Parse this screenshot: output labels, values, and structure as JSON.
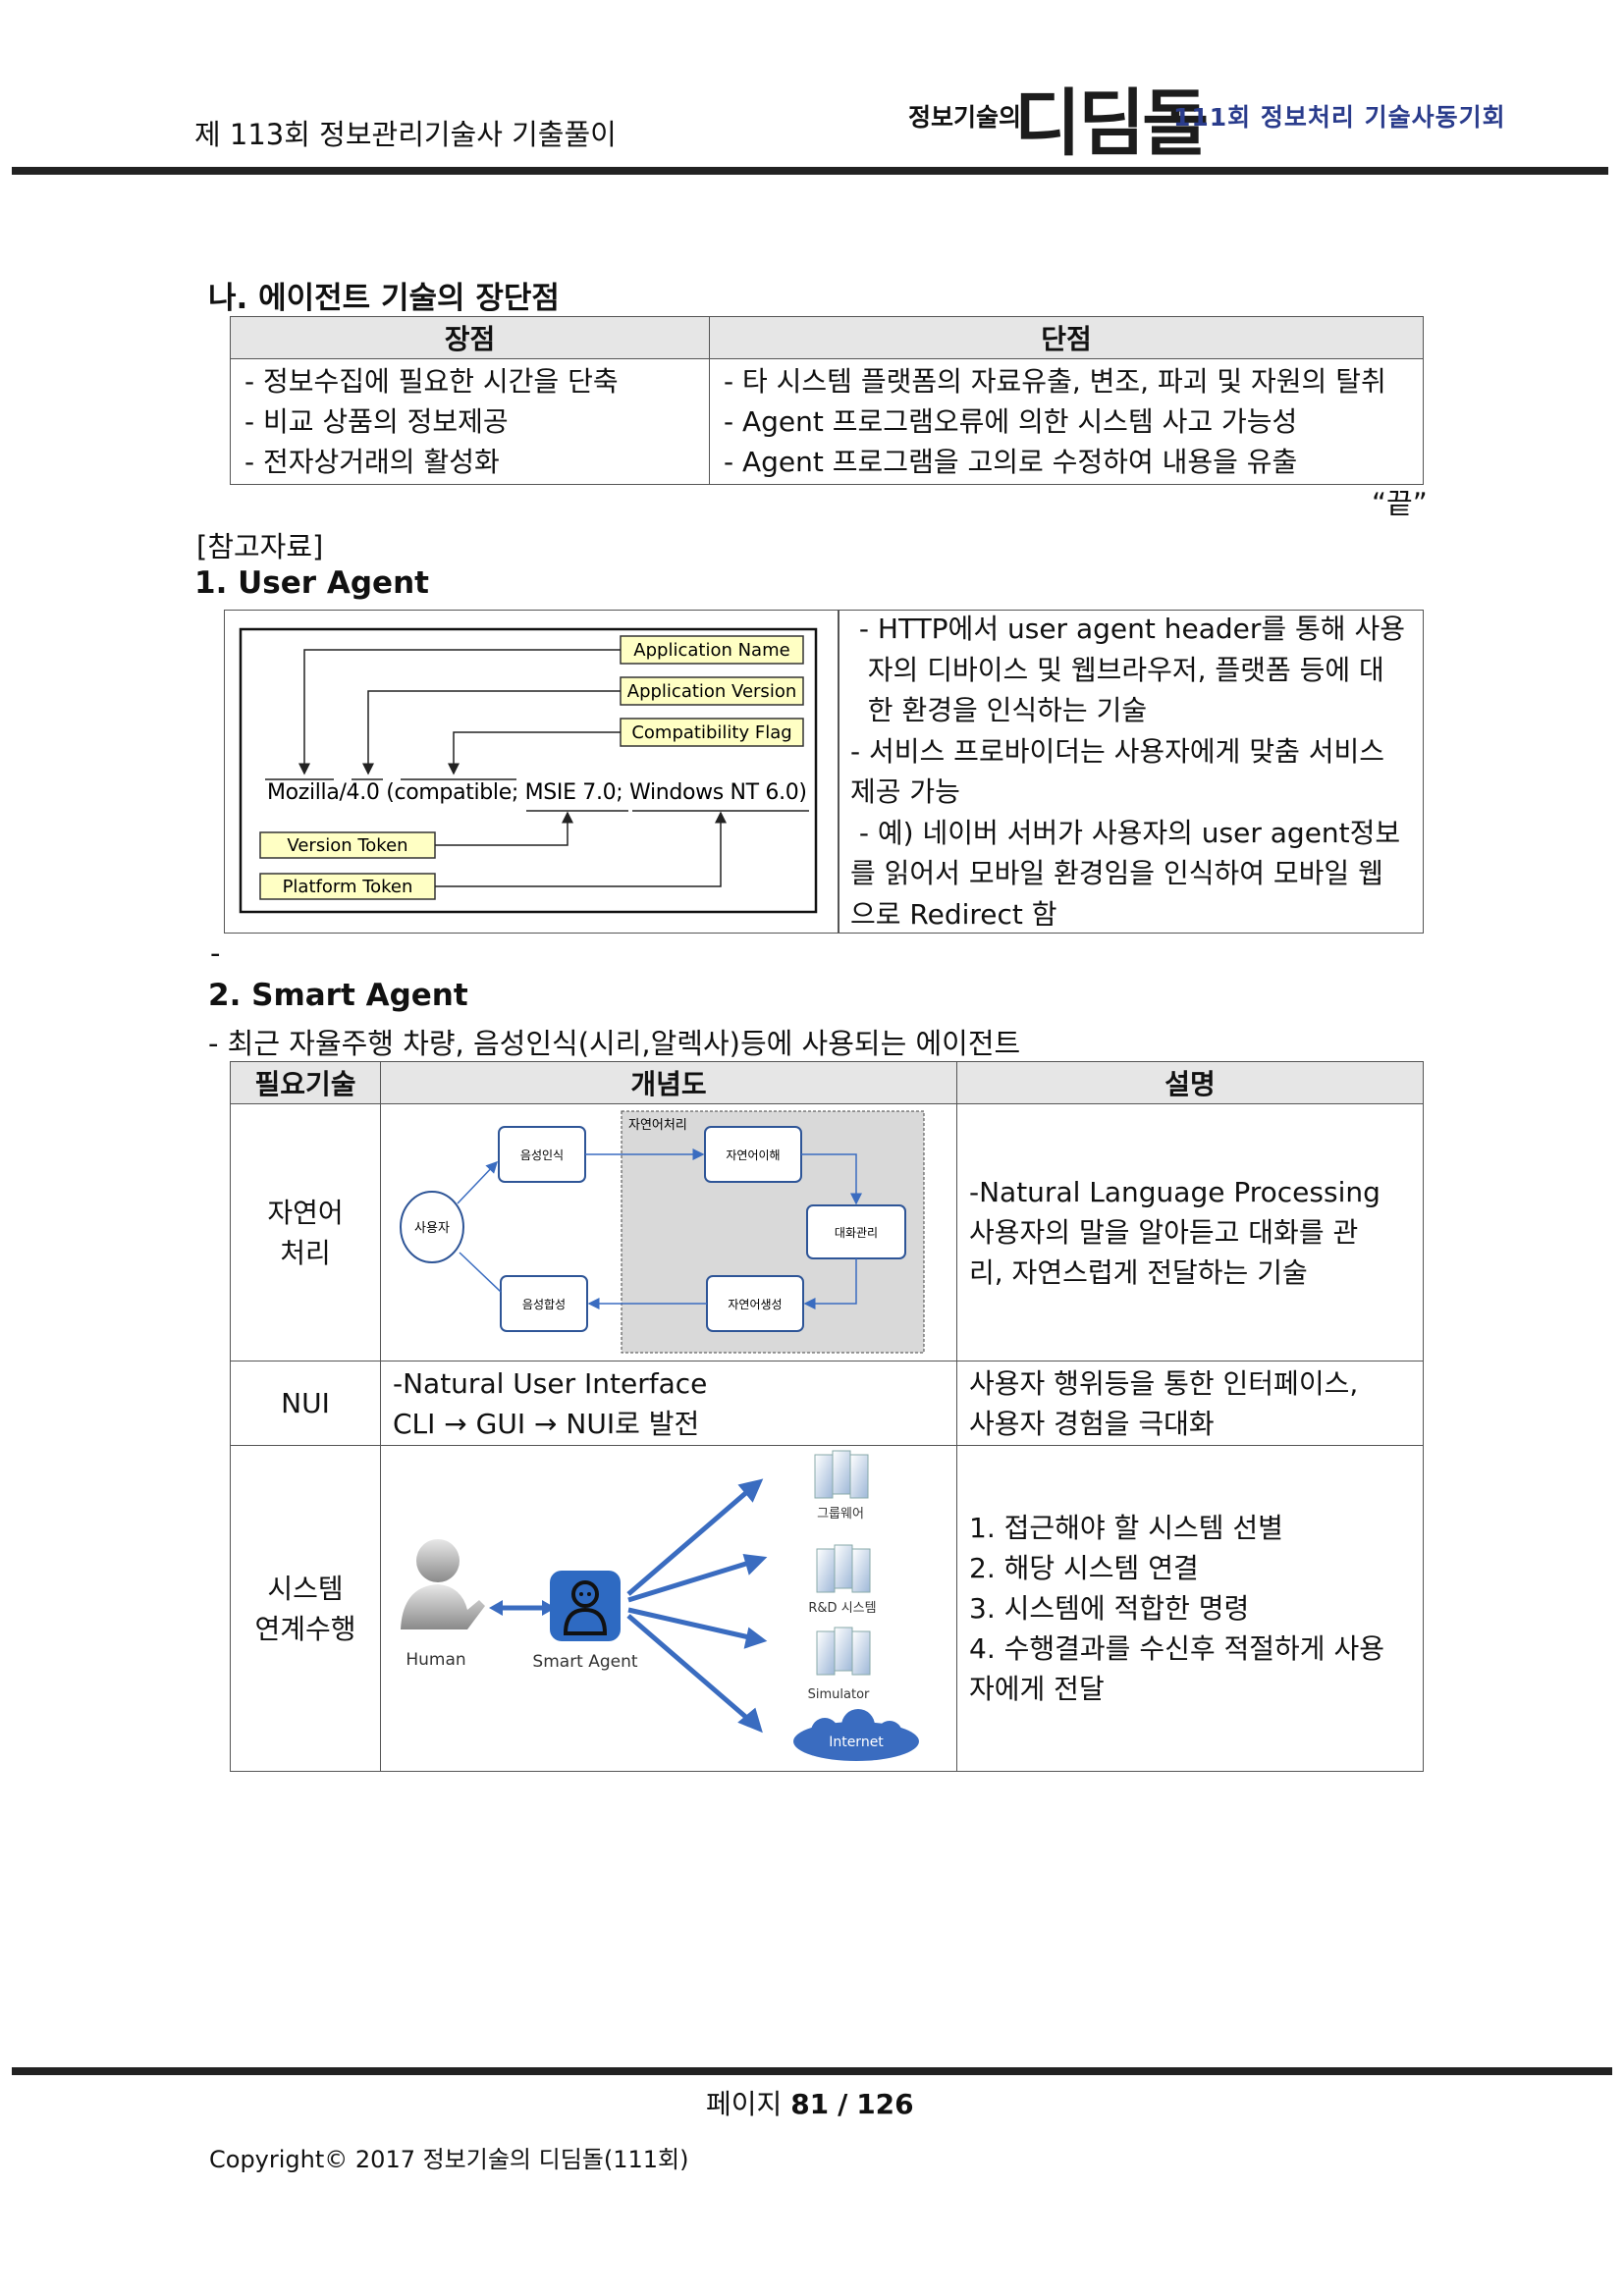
{
  "header": {
    "title": "제 113회 정보관리기술사 기출풀이",
    "logo_small": "정보기술의",
    "logo_big": "디딤돌",
    "logo_sub": "111회 정보처리 기술사동기회"
  },
  "section_na": {
    "heading": "나. 에이전트 기술의 장단점",
    "col_pros": "장점",
    "col_cons": "단점",
    "pros": [
      "- 정보수집에 필요한 시간을 단축",
      "- 비교 상품의 정보제공",
      "- 전자상거래의 활성화"
    ],
    "cons": [
      "- 타 시스템 플랫폼의 자료유출, 변조, 파괴 및 자원의 탈취",
      "- Agent 프로그램오류에 의한 시스템 사고 가능성",
      "- Agent 프로그램을 고의로 수정하여 내용을 유출"
    ],
    "end_mark": "“끝”"
  },
  "reference": {
    "label": "[참고자료]",
    "ua_heading": "1. User Agent",
    "ua_diagram": {
      "app_name": "Application Name",
      "app_version": "Application Version",
      "compat_flag": "Compatibility Flag",
      "ua_string": "Mozilla/4.0 (compatible; MSIE 7.0; Windows NT 6.0)",
      "version_token": "Version Token",
      "platform_token": "Platform Token"
    },
    "ua_desc": [
      " - HTTP에서 user agent header를 통해 사용",
      "  자의 디바이스 및 웹브라우저, 플랫폼 등에 대",
      "  한 환경을 인식하는 기술",
      "- 서비스 프로바이더는 사용자에게 맞춤 서비스",
      "제공 가능",
      " - 예) 네이버 서버가 사용자의 user agent정보",
      "를 읽어서 모바일 환경임을 인식하여 모바일 웹",
      "으로 Redirect 함"
    ],
    "dash": "-",
    "sa_heading": "2. Smart Agent",
    "sa_intro": "- 최근 자율주행 차량, 음성인식(시리,알렉사)등에 사용되는 에이전트"
  },
  "smart_table": {
    "headers": [
      "필요기술",
      "개념도",
      "설명"
    ],
    "nlp": {
      "tech": [
        "자연어",
        "처리"
      ],
      "diagram": {
        "group": "자연어처리",
        "user": "사용자",
        "speech_recog": "음성인식",
        "nl_understand": "자연어이해",
        "dialog_mgmt": "대화관리",
        "nl_generate": "자연어생성",
        "speech_synth": "음성합성"
      },
      "desc": [
        "-Natural Language Processing",
        "사용자의 말을 알아듣고 대화를 관",
        "리, 자연스럽게 전달하는 기술"
      ]
    },
    "nui": {
      "tech": "NUI",
      "concept": [
        "-Natural User Interface",
        "CLI → GUI → NUI로 발전"
      ],
      "desc": [
        "사용자 행위등을 통한 인터페이스,",
        "사용자 경험을 극대화"
      ]
    },
    "system": {
      "tech": [
        "시스템",
        "연계수행"
      ],
      "diagram": {
        "human": "Human",
        "agent": "Smart Agent",
        "groupware": "그룹웨어",
        "rnd": "R&D 시스템",
        "simulator": "Simulator",
        "internet": "Internet"
      },
      "desc": [
        "1. 접근해야 할 시스템 선별",
        "2. 해당 시스템 연결",
        "3. 시스템에 적합한 명령",
        "4. 수행결과를 수신후 적절하게 사용",
        "자에게 전달"
      ]
    }
  },
  "footer": {
    "page_label": "페이지",
    "page_current": "81",
    "page_sep": "/",
    "page_total": "126",
    "copyright": "Copyright© 2017 정보기술의 디딤돌(111회)"
  }
}
